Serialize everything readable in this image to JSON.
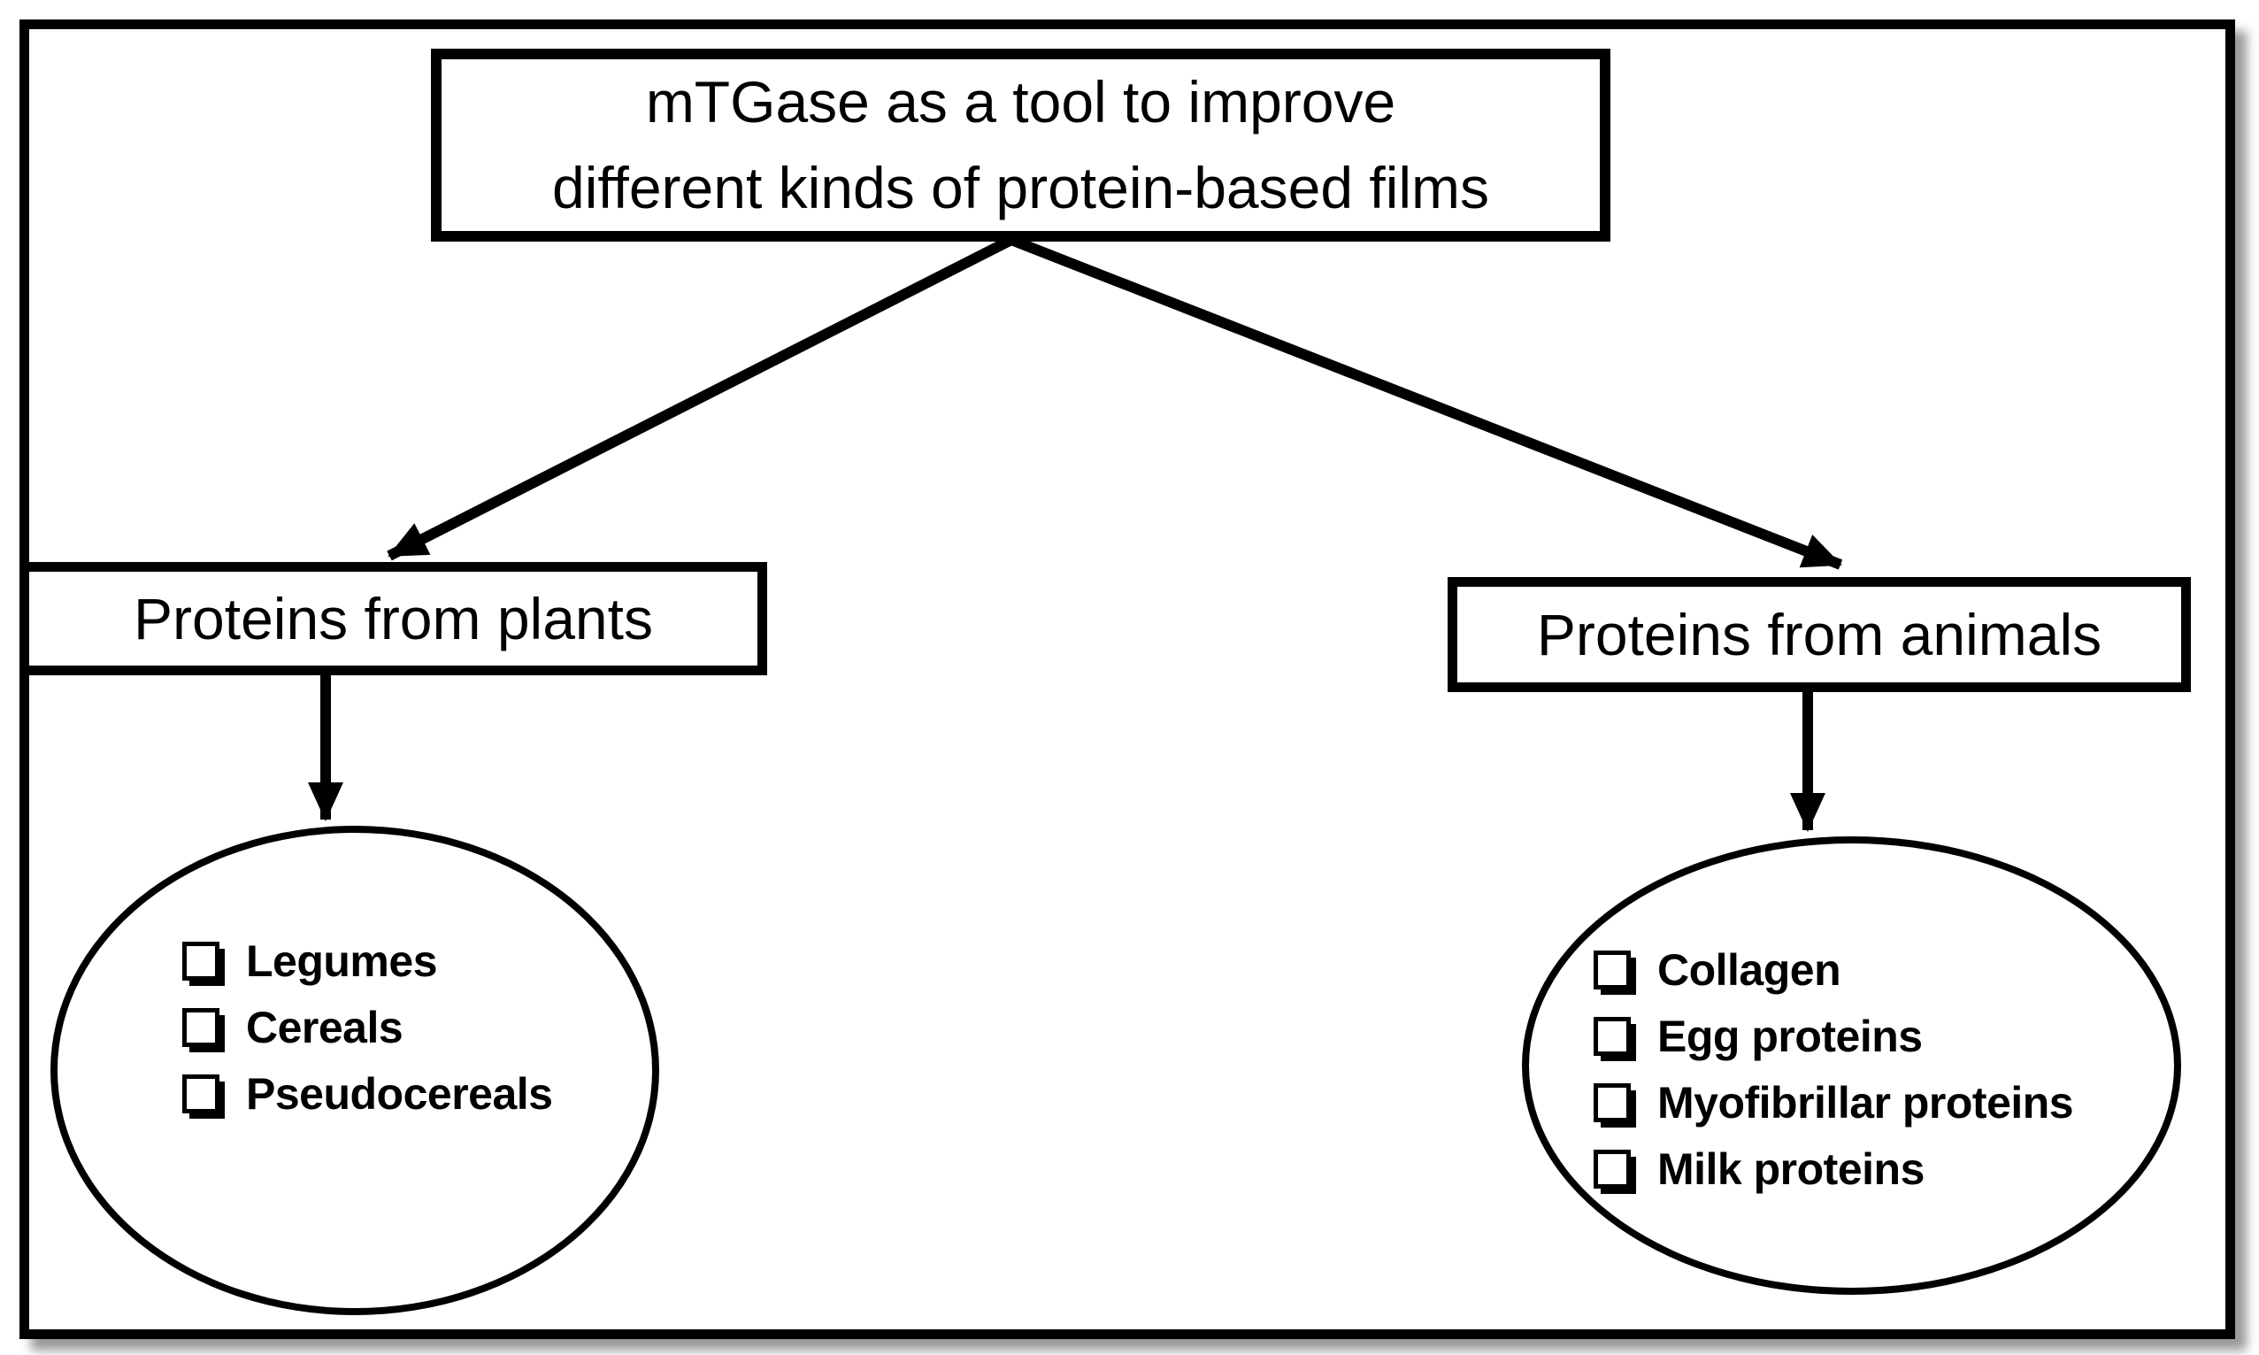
{
  "diagram": {
    "type": "flowchart",
    "root": {
      "title_lines": [
        "mTGase as a tool to improve",
        "different kinds of protein-based films"
      ]
    },
    "plants": {
      "label": "Proteins from plants",
      "items": [
        "Legumes",
        "Cereals",
        "Pseudocereals"
      ]
    },
    "animals": {
      "label": "Proteins from animals",
      "items": [
        "Collagen",
        "Egg proteins",
        "Myofibrillar proteins",
        "Milk proteins"
      ]
    },
    "bullet_icon": "shadowed-checkbox-bullet",
    "colors": {
      "ink": "#000000",
      "background": "#ffffff",
      "frame_shadow": "#a8a8a8"
    }
  }
}
